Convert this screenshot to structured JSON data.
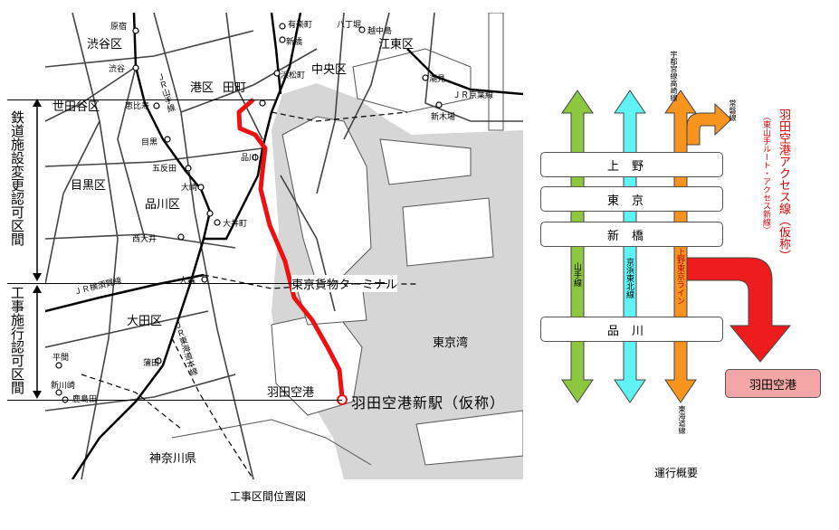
{
  "map": {
    "caption": "工事区間位置図",
    "regions": {
      "shibuya_ku": "渋谷区",
      "minato_ku": "港区",
      "chuo_ku": "中央区",
      "koto_ku": "江東区",
      "setagaya_ku": "世田谷区",
      "meguro_ku": "目黒区",
      "shinagawa_ku": "品川区",
      "ota_ku": "大田区",
      "kanagawa_ken": "神奈川県",
      "tokyo_bay": "東京湾"
    },
    "stations": {
      "harajuku": "原宿",
      "shibuya": "渋谷",
      "ebisu": "恵比寿",
      "meguro": "目黒",
      "gotanda": "五反田",
      "osaki": "大崎",
      "nishi_oi": "西大井",
      "oimachi": "大井町",
      "shinagawa": "品川",
      "tamachi": "田町",
      "hamamatsucho": "浜松町",
      "shimbashi": "新橋",
      "yurakucho": "有楽町",
      "hatchobori": "八丁堀",
      "etchujima": "越中島",
      "shiomi": "潮見",
      "shinkiba": "新木場",
      "omori": "大森",
      "kamata": "蒲田",
      "hirama": "平間",
      "shinkawasaki": "新川崎",
      "kashimada": "鹿島田"
    },
    "lines": {
      "yamanote": "ＪＲ山手線",
      "keiyo": "ＪＲ京葉線",
      "yokosuka": "ＪＲ横須賀線",
      "tokaido": "ＪＲ東海道本線"
    },
    "labels": {
      "freight_terminal": "東京貨物ターミナル",
      "haneda_airport": "羽田空港",
      "new_station": "羽田空港新駅（仮称）"
    },
    "sections": {
      "railway_change": "鉄道施設変更認可区間",
      "construction": "工事施行認可区間"
    }
  },
  "diagram": {
    "caption": "運行概要",
    "stations": [
      "上野",
      "東京",
      "新橋",
      "品川"
    ],
    "lines": {
      "yamanote": "山手線",
      "keihin_tohoku": "京浜東北線",
      "ueno_tokyo": "上野東京ライン"
    },
    "directions": {
      "utsunomiya_takasaki": "宇都宮線高崎線",
      "joban": "常磐線",
      "tokaido": "東海道線"
    },
    "access_line": {
      "name": "羽田空港アクセス線（仮称）",
      "note": "（東山手ルート・アクセス新線）"
    },
    "destination": "羽田空港",
    "colors": {
      "yamanote": "#8dc63f",
      "keihin_tohoku": "#5ff3f3",
      "ueno_tokyo": "#f7941d",
      "access": "#ee1c1c",
      "destination_fill": "#f4a6a6"
    }
  }
}
